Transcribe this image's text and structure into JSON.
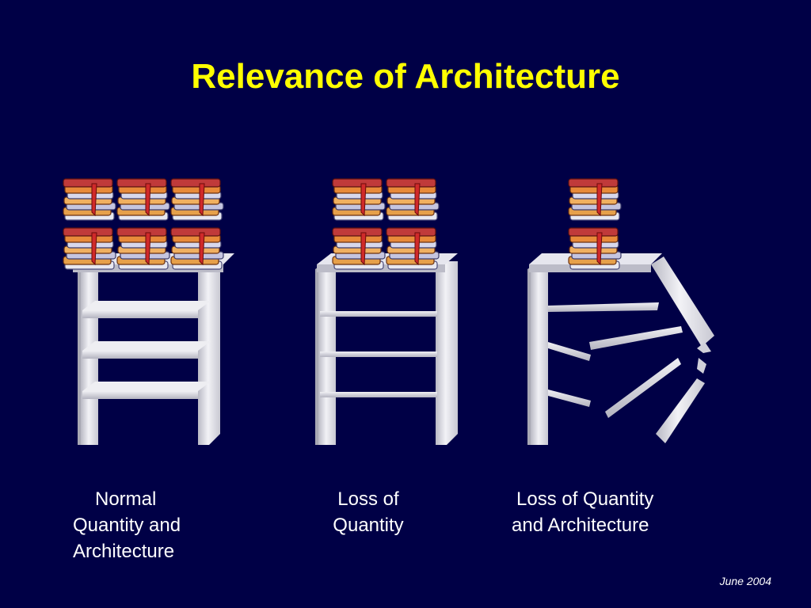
{
  "slide": {
    "title": "Relevance of Architecture",
    "footer": "June 2004"
  },
  "scenarios": [
    {
      "caption_lines": [
        "Normal",
        "Quantity and",
        "Architecture"
      ],
      "book_stacks": 6,
      "state": "intact"
    },
    {
      "caption_lines": [
        "Loss of",
        "Quantity"
      ],
      "book_stacks": 4,
      "state": "thin-shelves"
    },
    {
      "caption_lines": [
        "Loss of Quantity",
        "and Architecture"
      ],
      "book_stacks": 2,
      "state": "collapsed"
    }
  ],
  "colors": {
    "background": "#000046",
    "title": "#ffff00",
    "text": "#ffffff",
    "shelf": "#d9d9e0"
  }
}
